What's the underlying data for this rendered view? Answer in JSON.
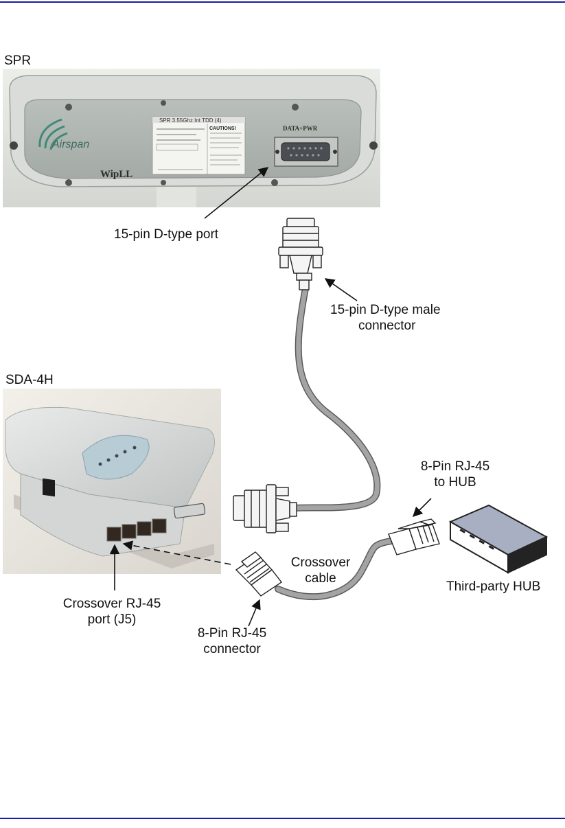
{
  "labels": {
    "spr": "SPR",
    "sda": "SDA-4H",
    "d_port": "15-pin D-type port",
    "d_male_1": "15-pin D-type male",
    "d_male_2": "connector",
    "rj45_hub_1": "8-Pin RJ-45",
    "rj45_hub_2": "to HUB",
    "crossover_1": "Crossover",
    "crossover_2": "cable",
    "hub": "Third-party HUB",
    "j5_1": "Crossover RJ-45",
    "j5_2": "port (J5)",
    "rj45_conn_1": "8-Pin RJ-45",
    "rj45_conn_2": "connector"
  },
  "spr_panel": {
    "logo": "Airspan",
    "brand": "WipLL",
    "model": "SPR 3.55Ghz Int TDD (4)",
    "cautions": "CAUTIONS!",
    "port_label": "DATA+PWR"
  },
  "colors": {
    "rule": "#1a1aa6",
    "cable": "#a4a4a4",
    "device": "#d6d8d6",
    "hub_top": "#a9afc2"
  }
}
